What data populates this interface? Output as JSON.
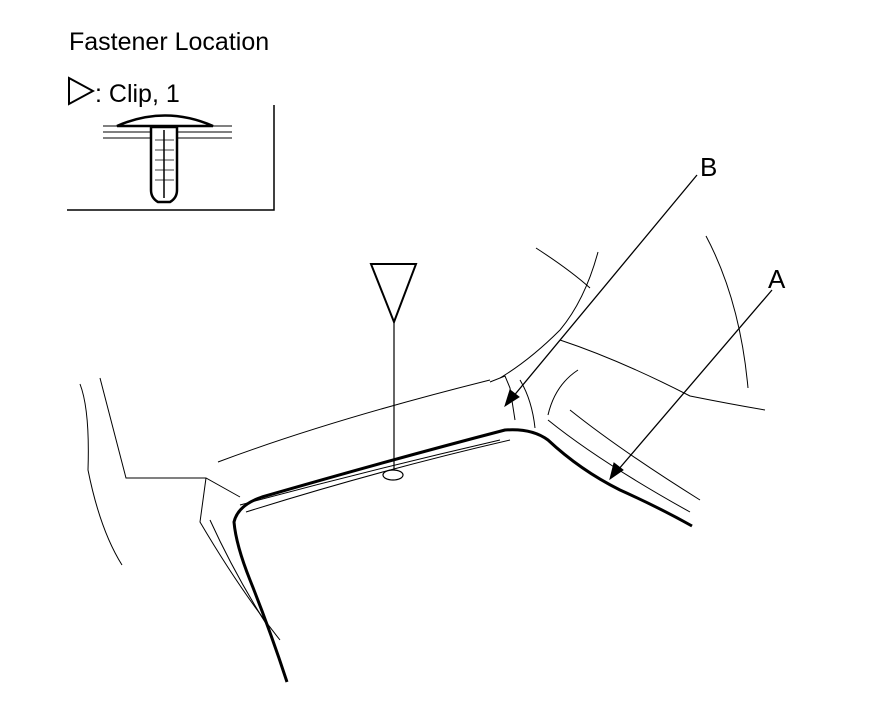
{
  "header": {
    "title": "Fastener Location"
  },
  "legend": {
    "symbol": "triangle-clip-icon",
    "text": ": Clip, 1"
  },
  "callouts": {
    "a": "A",
    "b": "B"
  },
  "colors": {
    "ink": "#000000",
    "paper": "#ffffff"
  }
}
